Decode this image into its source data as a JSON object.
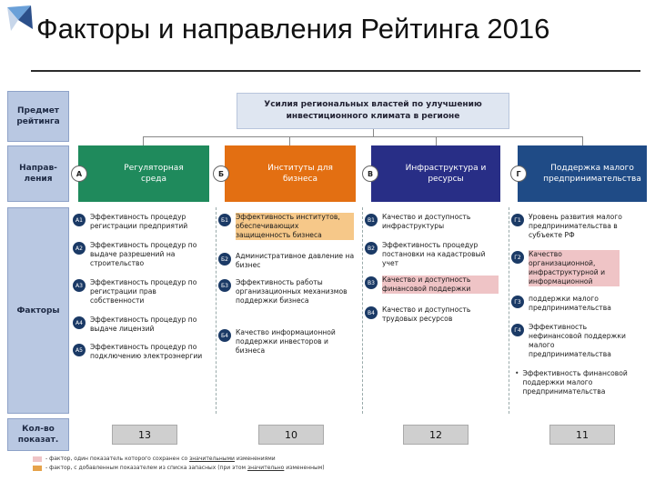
{
  "title": "Факторы и направления Рейтинга 2016",
  "left_labels": {
    "subject": "Предмет рейтинга",
    "directions": "Направ-ления",
    "factors": "Факторы",
    "count": "Кол-во показат."
  },
  "effort_box": "Усилия региональных властей по улучшению инвестиционного климата в регионе",
  "colors": {
    "green": "#1f8a5c",
    "orange": "#e36f12",
    "navy": "#282e86",
    "blue": "#1f4b86",
    "navy_text": "#1b3a66",
    "highlight_orange": "#f6c889",
    "highlight_pink": "#efc4c6",
    "side_panel": "#b9c8e2"
  },
  "directions": [
    {
      "letter": "А",
      "label": "Регуляторная среда"
    },
    {
      "letter": "Б",
      "label": "Институты для бизнеса"
    },
    {
      "letter": "В",
      "label": "Инфраструктура и ресурсы"
    },
    {
      "letter": "Г",
      "label": "Поддержка малого предпринимательства"
    }
  ],
  "factors": {
    "a": [
      {
        "code": "А1",
        "text": "Эффективность процедур регистрации предприятий"
      },
      {
        "code": "А2",
        "text": "Эффективность процедур по выдаче разрешений на строительство"
      },
      {
        "code": "А3",
        "text": "Эффективность процедур по регистрации прав собственности"
      },
      {
        "code": "А4",
        "text": "Эффективность процедур по выдаче лицензий"
      },
      {
        "code": "А5",
        "text": "Эффективность процедур по подключению электроэнергии"
      }
    ],
    "b": [
      {
        "code": "Б1",
        "text": "Эффективность институтов, обеспечивающих защищенность бизнеса"
      },
      {
        "code": "Б2",
        "text": "Административное давление на бизнес"
      },
      {
        "code": "Б3",
        "text": "Эффективность работы организационных механизмов поддержки бизнеса"
      },
      {
        "code": "Б4",
        "text": "Качество информационной поддержки инвесторов и бизнеса"
      }
    ],
    "v": [
      {
        "code": "В1",
        "text": "Качество и доступность инфраструктуры"
      },
      {
        "code": "В2",
        "text": "Эффективность процедур постановки на кадастровый учет"
      },
      {
        "code": "В3",
        "text": "Качество и доступность финансовой поддержки"
      },
      {
        "code": "В4",
        "text": "Качество и доступность трудовых ресурсов"
      }
    ],
    "g": [
      {
        "code": "Г1",
        "text": "Уровень развития малого предпринимательства в субъекте РФ"
      },
      {
        "code": "Г2",
        "text": "Качество организационной, инфраструктурной и информационной"
      },
      {
        "code": "Г3",
        "text": "поддержки малого предпринимательства"
      },
      {
        "code": "Г4",
        "text": "Эффективность нефинансовой поддержки малого предпринимательства"
      },
      {
        "code": "•",
        "text": "Эффективность финансовой поддержки малого предпринимательства"
      }
    ]
  },
  "counts": [
    "13",
    "10",
    "12",
    "11"
  ],
  "legend": {
    "pink": {
      "pre": "- фактор, один показатель которого сохранен со ",
      "u1": "значительными",
      "post": " изменениями"
    },
    "orange": {
      "pre": "- фактор, с добавленным показателем из списка запасных (при этом ",
      "u1": "значительно",
      "post": " измененным)"
    }
  }
}
